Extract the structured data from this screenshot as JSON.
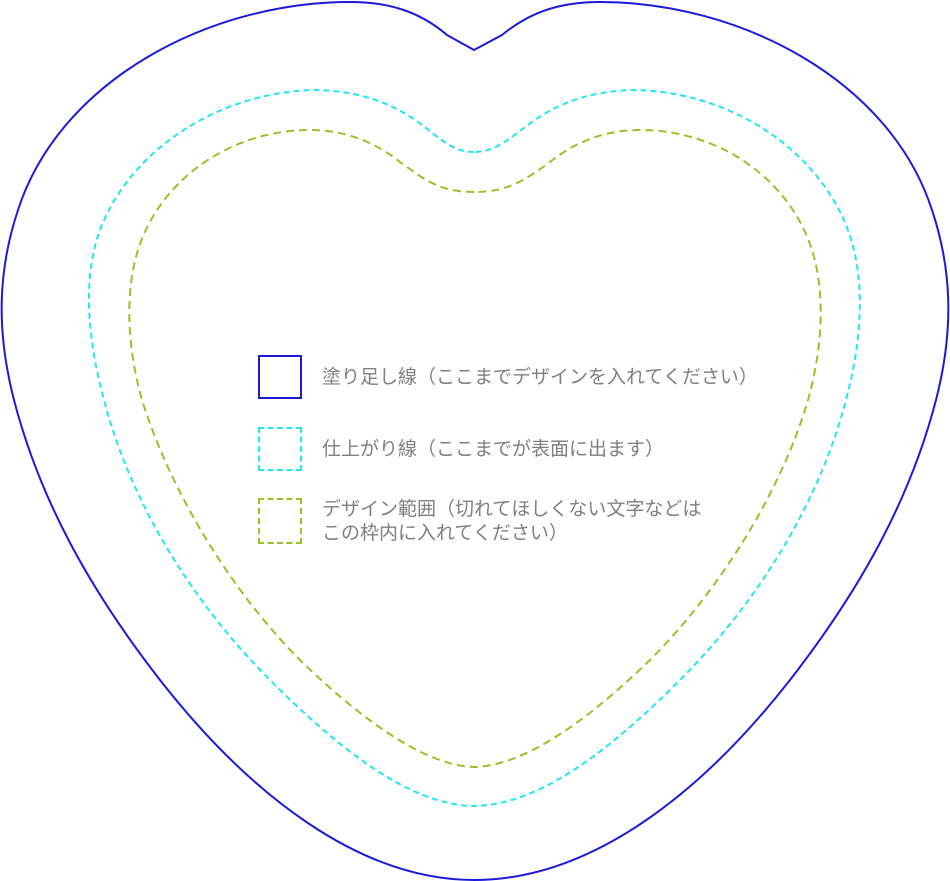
{
  "colors": {
    "bleed": "#1a1ad8",
    "trim": "#22e6f0",
    "safe": "#9cbf2a",
    "label_text": "#7f7f7f"
  },
  "legend": {
    "bleed_label": "塗り足し線（ここまでデザインを入れてください）",
    "trim_label": "仕上がり線（ここまでが表面に出ます）",
    "safe_label_line1": "デザイン範囲（切れてほしくない文字などは",
    "safe_label_line2": "この枠内に入れてください）"
  }
}
